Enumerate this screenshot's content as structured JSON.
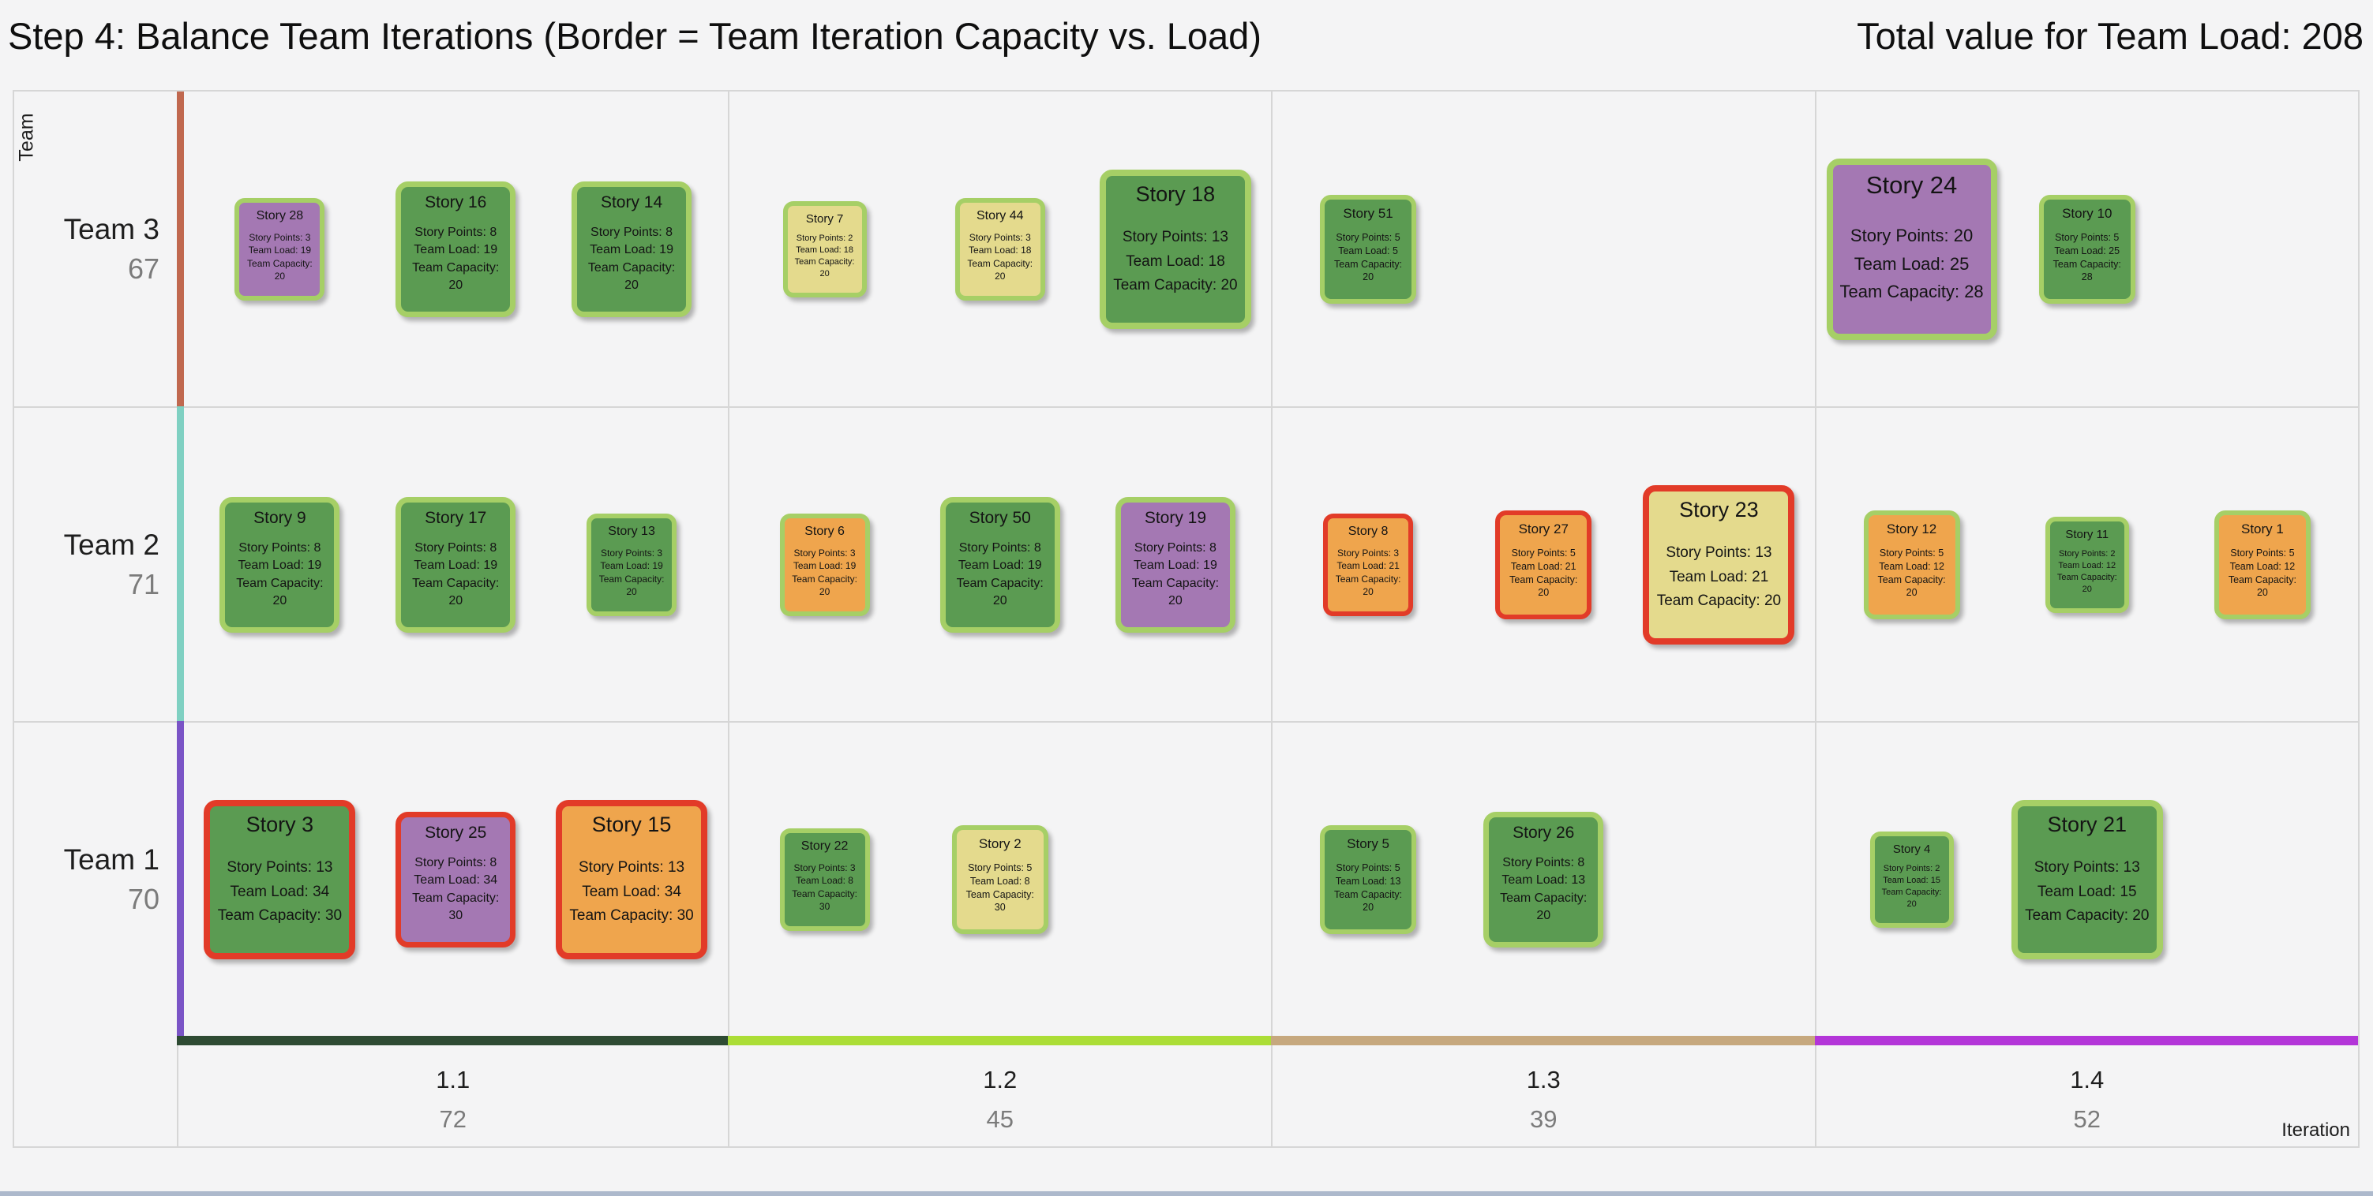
{
  "header": {
    "title": "Step 4: Balance Team Iterations (Border = Team Iteration Capacity vs. Load)",
    "total": "Total value for Team Load: 208"
  },
  "axis": {
    "y": "Team",
    "x": "Iteration"
  },
  "teams": [
    {
      "name": "Team 3",
      "load": "67"
    },
    {
      "name": "Team 2",
      "load": "71"
    },
    {
      "name": "Team 1",
      "load": "70"
    }
  ],
  "iterations": [
    {
      "name": "1.1",
      "load": "72"
    },
    {
      "name": "1.2",
      "load": "45"
    },
    {
      "name": "1.3",
      "load": "39"
    },
    {
      "name": "1.4",
      "load": "52"
    }
  ],
  "card_labels": {
    "points": "Story Points: ",
    "load": "Team Load: ",
    "capacity": "Team Capacity: "
  },
  "colors": {
    "row_accents": [
      "#c0684f",
      "#7fd0c2",
      "#7a54c6"
    ],
    "col_accents": [
      "#2e4b33",
      "#abdd36",
      "#c6a87e",
      "#b335d8"
    ],
    "card_fills": {
      "green": "#5b9b52",
      "purple": "#a478b3",
      "yellow": "#e4da8d",
      "orange": "#efa54d"
    },
    "card_border_ok": "#a6cf66",
    "card_border_over": "#e23b28"
  },
  "chart_data": {
    "type": "table",
    "title": "Step 4: Balance Team Iterations (Border = Team Iteration Capacity vs. Load)",
    "total_team_load": 208,
    "x": {
      "label": "Iteration",
      "categories": [
        "1.1",
        "1.2",
        "1.3",
        "1.4"
      ],
      "loads": [
        72,
        45,
        39,
        52
      ]
    },
    "y": {
      "label": "Team",
      "categories": [
        "Team 3",
        "Team 2",
        "Team 1"
      ],
      "loads": [
        67,
        71,
        70
      ]
    },
    "stories": [
      {
        "id": "Story 28",
        "team": "Team 3",
        "iteration": "1.1",
        "story_points": 3,
        "team_load": 19,
        "team_capacity": 20,
        "color": "purple",
        "over_capacity": false
      },
      {
        "id": "Story 16",
        "team": "Team 3",
        "iteration": "1.1",
        "story_points": 8,
        "team_load": 19,
        "team_capacity": 20,
        "color": "green",
        "over_capacity": false
      },
      {
        "id": "Story 14",
        "team": "Team 3",
        "iteration": "1.1",
        "story_points": 8,
        "team_load": 19,
        "team_capacity": 20,
        "color": "green",
        "over_capacity": false
      },
      {
        "id": "Story 7",
        "team": "Team 3",
        "iteration": "1.2",
        "story_points": 2,
        "team_load": 18,
        "team_capacity": 20,
        "color": "yellow",
        "over_capacity": false
      },
      {
        "id": "Story 44",
        "team": "Team 3",
        "iteration": "1.2",
        "story_points": 3,
        "team_load": 18,
        "team_capacity": 20,
        "color": "yellow",
        "over_capacity": false
      },
      {
        "id": "Story 18",
        "team": "Team 3",
        "iteration": "1.2",
        "story_points": 13,
        "team_load": 18,
        "team_capacity": 20,
        "color": "green",
        "over_capacity": false
      },
      {
        "id": "Story 51",
        "team": "Team 3",
        "iteration": "1.3",
        "story_points": 5,
        "team_load": 5,
        "team_capacity": 20,
        "color": "green",
        "over_capacity": false
      },
      {
        "id": "Story 24",
        "team": "Team 3",
        "iteration": "1.4",
        "story_points": 20,
        "team_load": 25,
        "team_capacity": 28,
        "color": "purple",
        "over_capacity": false
      },
      {
        "id": "Story 10",
        "team": "Team 3",
        "iteration": "1.4",
        "story_points": 5,
        "team_load": 25,
        "team_capacity": 28,
        "color": "green",
        "over_capacity": false
      },
      {
        "id": "Story 9",
        "team": "Team 2",
        "iteration": "1.1",
        "story_points": 8,
        "team_load": 19,
        "team_capacity": 20,
        "color": "green",
        "over_capacity": false
      },
      {
        "id": "Story 17",
        "team": "Team 2",
        "iteration": "1.1",
        "story_points": 8,
        "team_load": 19,
        "team_capacity": 20,
        "color": "green",
        "over_capacity": false
      },
      {
        "id": "Story 13",
        "team": "Team 2",
        "iteration": "1.1",
        "story_points": 3,
        "team_load": 19,
        "team_capacity": 20,
        "color": "green",
        "over_capacity": false
      },
      {
        "id": "Story 6",
        "team": "Team 2",
        "iteration": "1.2",
        "story_points": 3,
        "team_load": 19,
        "team_capacity": 20,
        "color": "orange",
        "over_capacity": false
      },
      {
        "id": "Story 50",
        "team": "Team 2",
        "iteration": "1.2",
        "story_points": 8,
        "team_load": 19,
        "team_capacity": 20,
        "color": "green",
        "over_capacity": false
      },
      {
        "id": "Story 19",
        "team": "Team 2",
        "iteration": "1.2",
        "story_points": 8,
        "team_load": 19,
        "team_capacity": 20,
        "color": "purple",
        "over_capacity": false
      },
      {
        "id": "Story 8",
        "team": "Team 2",
        "iteration": "1.3",
        "story_points": 3,
        "team_load": 21,
        "team_capacity": 20,
        "color": "orange",
        "over_capacity": true
      },
      {
        "id": "Story 27",
        "team": "Team 2",
        "iteration": "1.3",
        "story_points": 5,
        "team_load": 21,
        "team_capacity": 20,
        "color": "orange",
        "over_capacity": true
      },
      {
        "id": "Story 23",
        "team": "Team 2",
        "iteration": "1.3",
        "story_points": 13,
        "team_load": 21,
        "team_capacity": 20,
        "color": "yellow",
        "over_capacity": true
      },
      {
        "id": "Story 12",
        "team": "Team 2",
        "iteration": "1.4",
        "story_points": 5,
        "team_load": 12,
        "team_capacity": 20,
        "color": "orange",
        "over_capacity": false
      },
      {
        "id": "Story 11",
        "team": "Team 2",
        "iteration": "1.4",
        "story_points": 2,
        "team_load": 12,
        "team_capacity": 20,
        "color": "green",
        "over_capacity": false
      },
      {
        "id": "Story 1",
        "team": "Team 2",
        "iteration": "1.4",
        "story_points": 5,
        "team_load": 12,
        "team_capacity": 20,
        "color": "orange",
        "over_capacity": false
      },
      {
        "id": "Story 3",
        "team": "Team 1",
        "iteration": "1.1",
        "story_points": 13,
        "team_load": 34,
        "team_capacity": 30,
        "color": "green",
        "over_capacity": true
      },
      {
        "id": "Story 25",
        "team": "Team 1",
        "iteration": "1.1",
        "story_points": 8,
        "team_load": 34,
        "team_capacity": 30,
        "color": "purple",
        "over_capacity": true
      },
      {
        "id": "Story 15",
        "team": "Team 1",
        "iteration": "1.1",
        "story_points": 13,
        "team_load": 34,
        "team_capacity": 30,
        "color": "orange",
        "over_capacity": true
      },
      {
        "id": "Story 22",
        "team": "Team 1",
        "iteration": "1.2",
        "story_points": 3,
        "team_load": 8,
        "team_capacity": 30,
        "color": "green",
        "over_capacity": false
      },
      {
        "id": "Story 2",
        "team": "Team 1",
        "iteration": "1.2",
        "story_points": 5,
        "team_load": 8,
        "team_capacity": 30,
        "color": "yellow",
        "over_capacity": false
      },
      {
        "id": "Story 5",
        "team": "Team 1",
        "iteration": "1.3",
        "story_points": 5,
        "team_load": 13,
        "team_capacity": 20,
        "color": "green",
        "over_capacity": false
      },
      {
        "id": "Story 26",
        "team": "Team 1",
        "iteration": "1.3",
        "story_points": 8,
        "team_load": 13,
        "team_capacity": 20,
        "color": "green",
        "over_capacity": false
      },
      {
        "id": "Story 4",
        "team": "Team 1",
        "iteration": "1.4",
        "story_points": 2,
        "team_load": 15,
        "team_capacity": 20,
        "color": "green",
        "over_capacity": false
      },
      {
        "id": "Story 21",
        "team": "Team 1",
        "iteration": "1.4",
        "story_points": 13,
        "team_load": 15,
        "team_capacity": 20,
        "color": "green",
        "over_capacity": false
      }
    ]
  }
}
